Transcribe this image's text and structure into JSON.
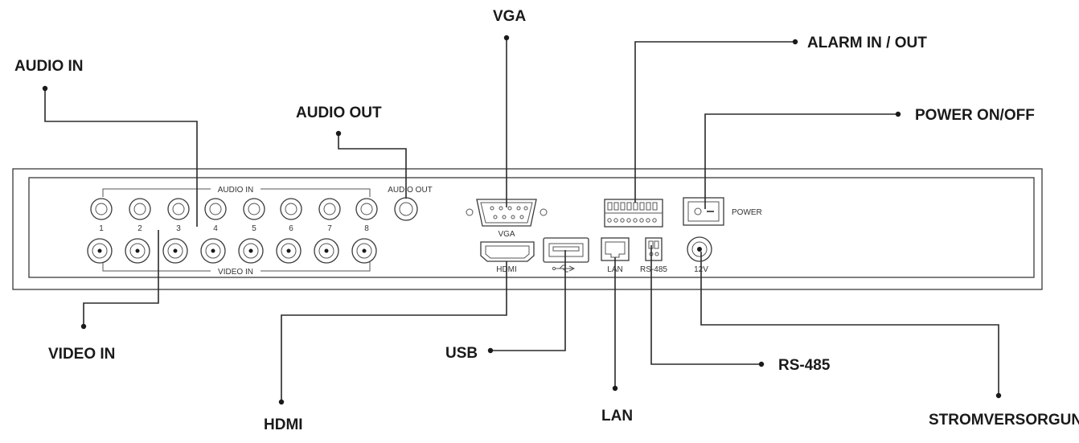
{
  "callouts": {
    "audio_in": "AUDIO IN",
    "video_in": "VIDEO IN",
    "audio_out": "AUDIO OUT",
    "vga": "VGA",
    "hdmi": "HDMI",
    "usb": "USB",
    "lan": "LAN",
    "alarm": "ALARM IN / OUT",
    "power_onoff": "POWER ON/OFF",
    "rs485": "RS-485",
    "power_supply": "STROMVERSORGUNG"
  },
  "panel": {
    "audio_in_group": "AUDIO IN",
    "video_in_group": "VIDEO IN",
    "audio_out": "AUDIO OUT",
    "channels": [
      "1",
      "2",
      "3",
      "4",
      "5",
      "6",
      "7",
      "8"
    ],
    "vga": "VGA",
    "hdmi": "HDMI",
    "lan": "LAN",
    "rs485": "RS-485",
    "power": "POWER",
    "dc": "12V"
  },
  "icons": {
    "usb": "usb-icon"
  }
}
